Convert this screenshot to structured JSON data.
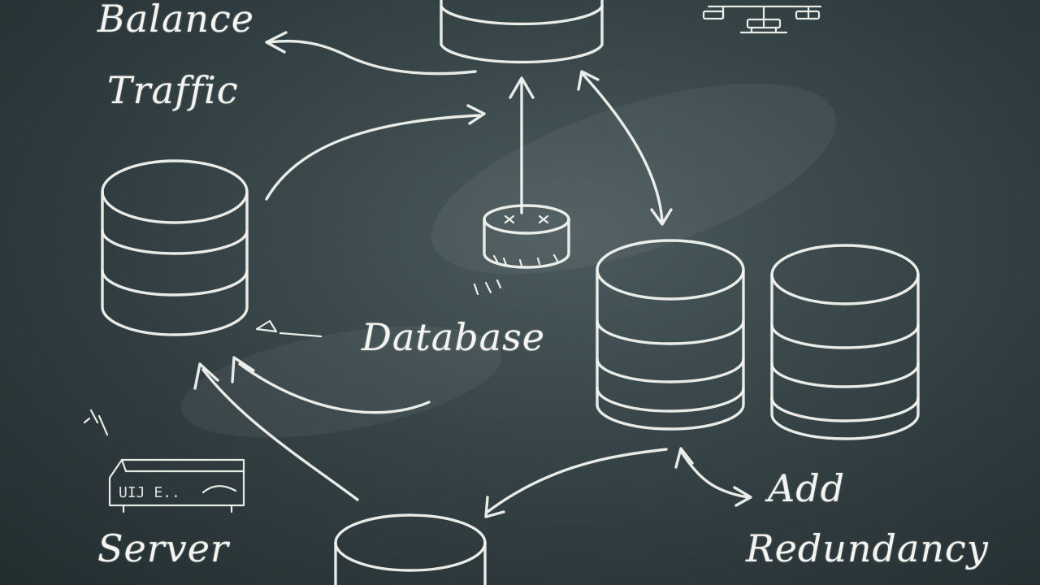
{
  "labels": {
    "balance": "Balance",
    "traffic": "Traffic",
    "database": "Database",
    "add": "Add",
    "redundancy": "Redundancy",
    "server": "Server",
    "device_marking": "UIJ E.."
  },
  "colors": {
    "board": "#3a484b",
    "chalk": "#f2f4ef"
  }
}
